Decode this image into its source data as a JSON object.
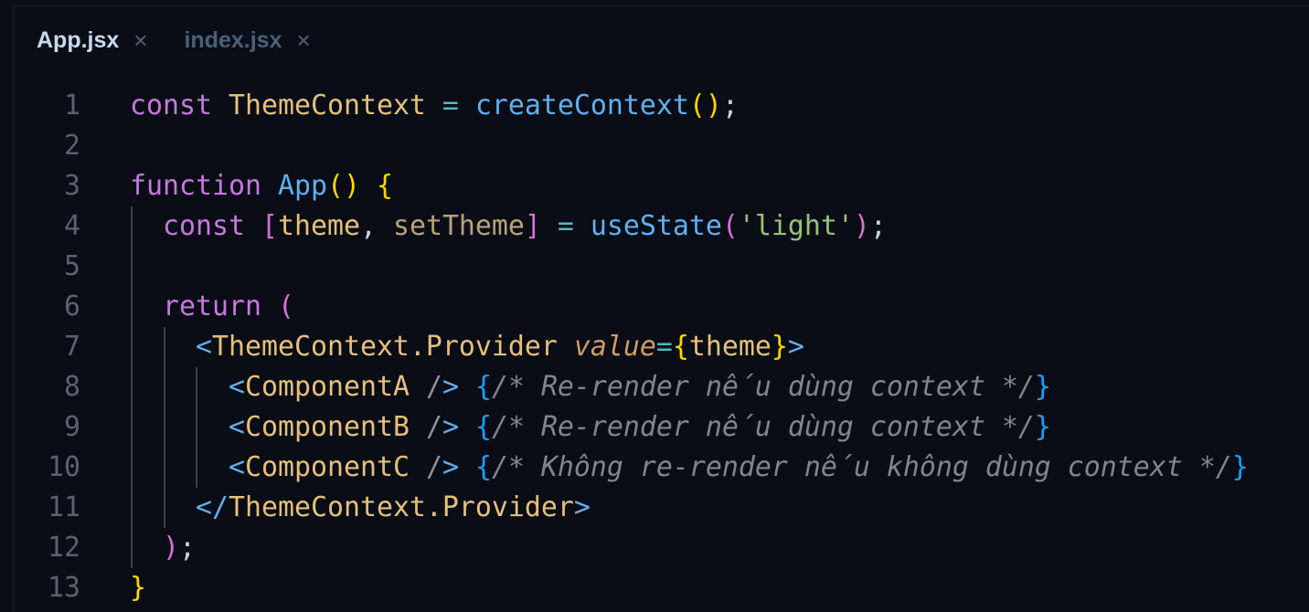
{
  "tabs": [
    {
      "label": "App.jsx",
      "active": true
    },
    {
      "label": "index.jsx",
      "active": false
    }
  ],
  "close_glyph": "×",
  "lines": [
    {
      "n": "1",
      "tokens": [
        [
          "const ",
          "k"
        ],
        [
          "ThemeContext",
          "t"
        ],
        [
          " = ",
          "o"
        ],
        [
          "createContext",
          "f"
        ],
        [
          "()",
          "y"
        ],
        [
          ";",
          "w"
        ]
      ]
    },
    {
      "n": "2",
      "tokens": []
    },
    {
      "n": "3",
      "tokens": [
        [
          "function ",
          "k"
        ],
        [
          "App",
          "f"
        ],
        [
          "()",
          "y"
        ],
        [
          " ",
          "w"
        ],
        [
          "{",
          "y"
        ]
      ]
    },
    {
      "n": "4",
      "tokens": [
        [
          "  const ",
          "k"
        ],
        [
          "[",
          "m"
        ],
        [
          "theme",
          "t"
        ],
        [
          ", ",
          "w"
        ],
        [
          "setTheme",
          "v"
        ],
        [
          "]",
          "m"
        ],
        [
          " = ",
          "o"
        ],
        [
          "useState",
          "f"
        ],
        [
          "(",
          "m"
        ],
        [
          "'light'",
          "s"
        ],
        [
          ")",
          "m"
        ],
        [
          ";",
          "w"
        ]
      ]
    },
    {
      "n": "5",
      "tokens": []
    },
    {
      "n": "6",
      "tokens": [
        [
          "  return ",
          "k"
        ],
        [
          "(",
          "m"
        ]
      ]
    },
    {
      "n": "7",
      "tokens": [
        [
          "    <",
          "tg"
        ],
        [
          "ThemeContext.Provider",
          "t"
        ],
        [
          " ",
          "w"
        ],
        [
          "value",
          "a"
        ],
        [
          "=",
          "o"
        ],
        [
          "{",
          "y"
        ],
        [
          "theme",
          "t"
        ],
        [
          "}",
          "y"
        ],
        [
          ">",
          "tg"
        ]
      ]
    },
    {
      "n": "8",
      "tokens": [
        [
          "      <",
          "tg"
        ],
        [
          "ComponentA",
          "t"
        ],
        [
          " /",
          "g"
        ],
        [
          ">",
          "tg"
        ],
        [
          " {",
          "b"
        ],
        [
          "/* Re-render nếu dùng context */",
          "c"
        ],
        [
          "}",
          "b"
        ]
      ]
    },
    {
      "n": "9",
      "tokens": [
        [
          "      <",
          "tg"
        ],
        [
          "ComponentB",
          "t"
        ],
        [
          " /",
          "g"
        ],
        [
          ">",
          "tg"
        ],
        [
          " {",
          "b"
        ],
        [
          "/* Re-render nếu dùng context */",
          "c"
        ],
        [
          "}",
          "b"
        ]
      ]
    },
    {
      "n": "10",
      "tokens": [
        [
          "      <",
          "tg"
        ],
        [
          "ComponentC",
          "t"
        ],
        [
          " /",
          "g"
        ],
        [
          ">",
          "tg"
        ],
        [
          " {",
          "b"
        ],
        [
          "/* Không re-render nếu không dùng context */",
          "c"
        ],
        [
          "}",
          "b"
        ]
      ]
    },
    {
      "n": "11",
      "tokens": [
        [
          "    </",
          "tg"
        ],
        [
          "ThemeContext.Provider",
          "t"
        ],
        [
          ">",
          "tg"
        ]
      ]
    },
    {
      "n": "12",
      "tokens": [
        [
          "  )",
          "m"
        ],
        [
          ";",
          "w"
        ]
      ]
    },
    {
      "n": "13",
      "tokens": [
        [
          "}",
          "y"
        ]
      ]
    }
  ]
}
